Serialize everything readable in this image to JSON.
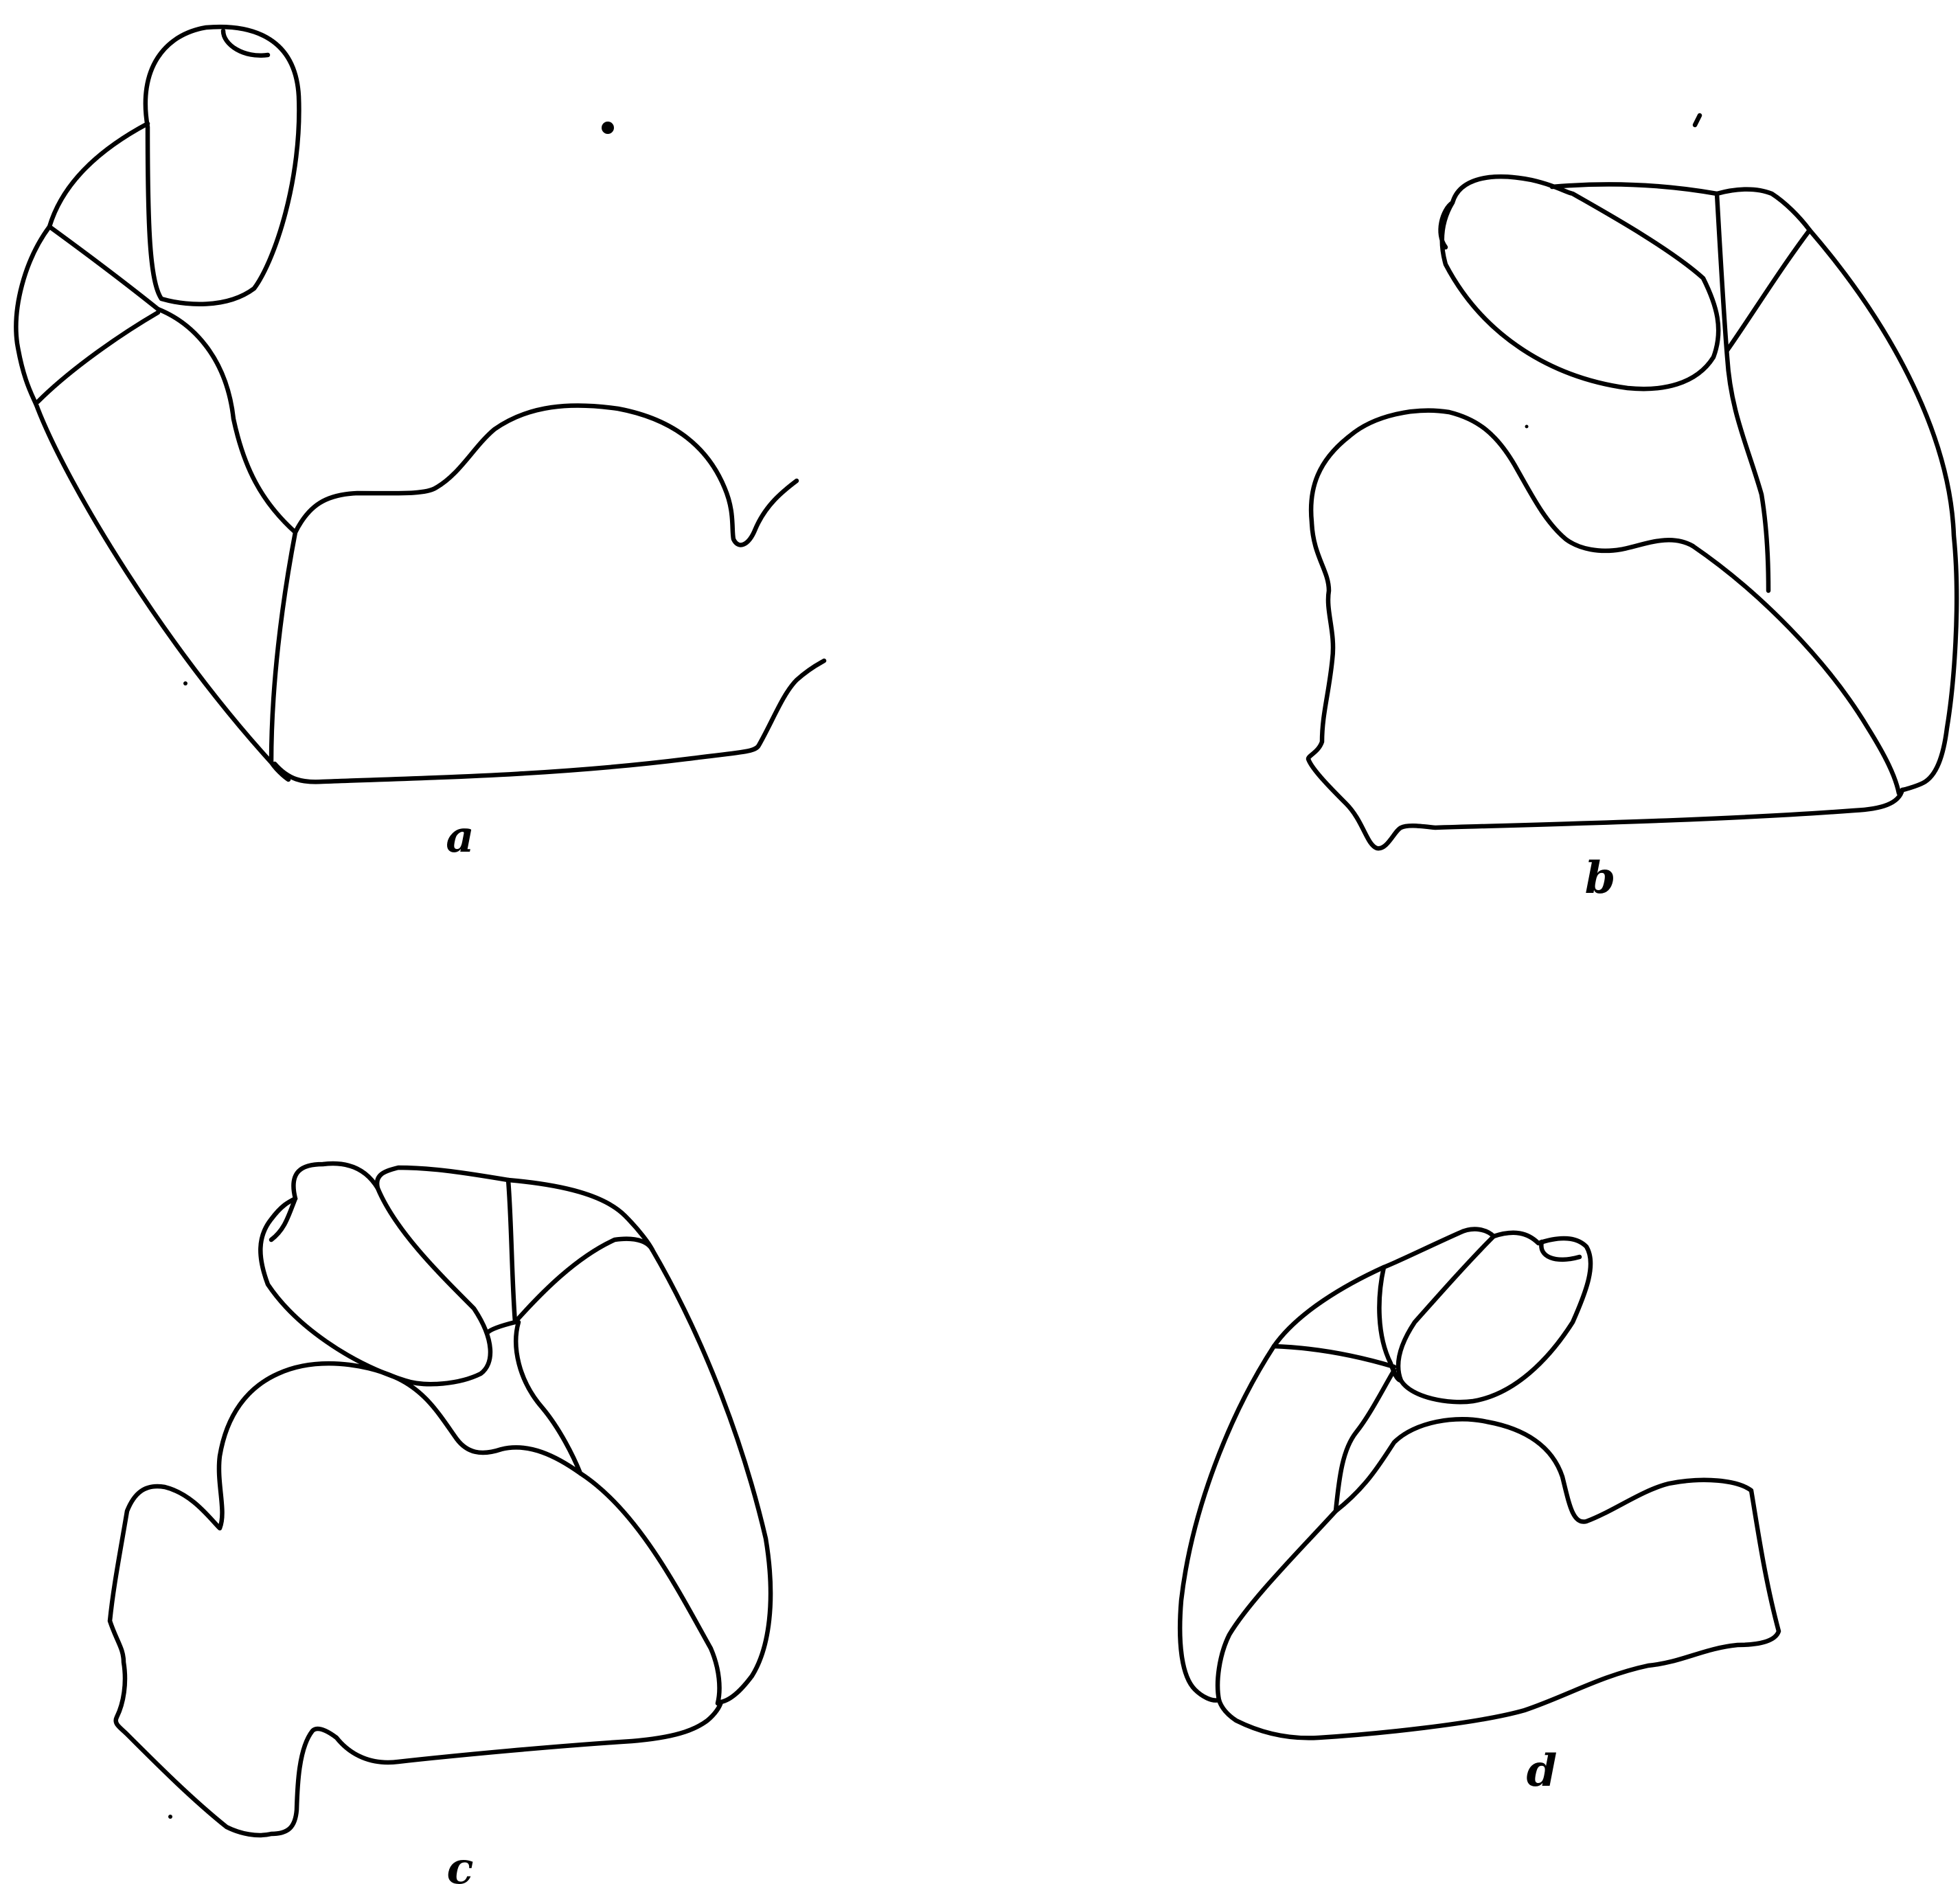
{
  "plate": {
    "line_color": "#000000",
    "background": "#ffffff"
  },
  "figures": [
    {
      "id": "a",
      "label": "a"
    },
    {
      "id": "b",
      "label": "b"
    },
    {
      "id": "c",
      "label": "c"
    },
    {
      "id": "d",
      "label": "d"
    }
  ]
}
